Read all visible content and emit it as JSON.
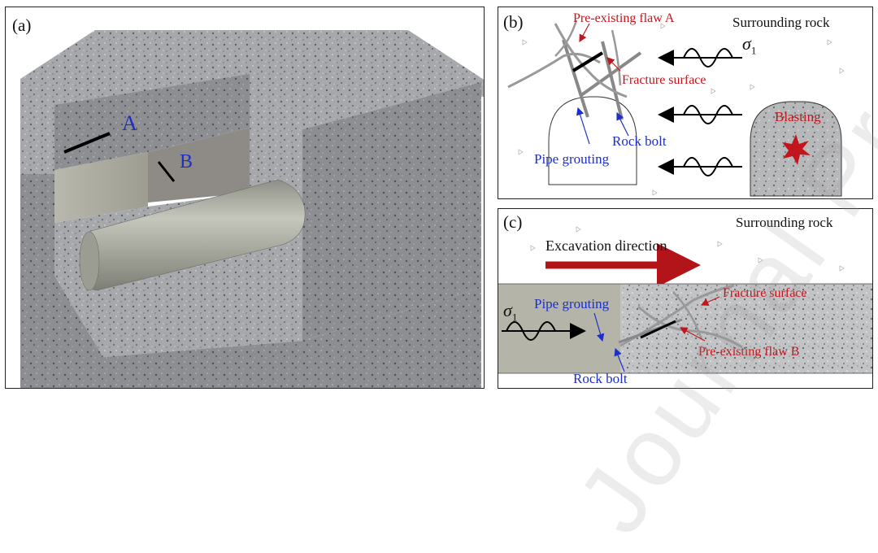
{
  "panel_a": {
    "label": "(a)",
    "flaw_a_label": "A",
    "flaw_b_label": "B"
  },
  "panel_b": {
    "label": "(b)",
    "pre_existing_flaw": "Pre-existing flaw A",
    "surrounding_rock": "Surrounding rock",
    "sigma": "σ",
    "sigma_sub": "1",
    "fracture_surface": "Fracture surface",
    "rock_bolt": "Rock bolt",
    "pipe_grouting": "Pipe grouting",
    "blasting": "Blasting"
  },
  "panel_c": {
    "label": "(c)",
    "surrounding_rock": "Surrounding rock",
    "excavation_direction": "Excavation direction",
    "fracture_surface": "Fracture surface",
    "pipe_grouting": "Pipe grouting",
    "sigma": "σ",
    "sigma_sub": "1",
    "pre_existing_flaw": "Pre-existing flaw B",
    "rock_bolt": "Rock bolt"
  },
  "watermark": "Journal Pre-proof",
  "colors": {
    "red_label": "#c0161c",
    "blue_label": "#1c2fc8",
    "rock_gray": "#9a9c9f",
    "arrow_red": "#b3141a"
  }
}
